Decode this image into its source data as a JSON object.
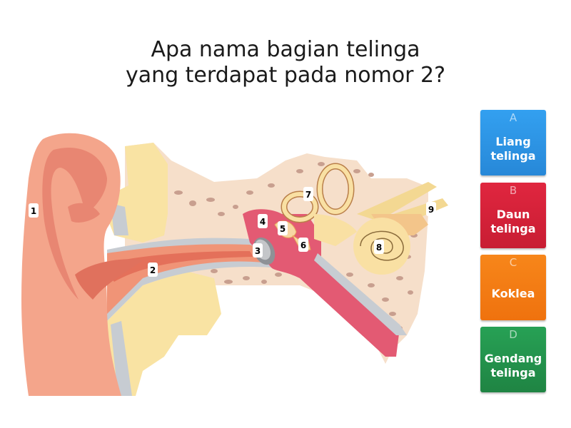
{
  "question": {
    "line1": "Apa nama bagian telinga",
    "line2": "yang terdapat pada nomor 2?"
  },
  "diagram": {
    "subject": "ear-anatomy-cross-section",
    "labels": [
      "1",
      "2",
      "3",
      "4",
      "5",
      "6",
      "7",
      "8",
      "9"
    ]
  },
  "answers": [
    {
      "letter": "A",
      "line1": "Liang",
      "line2": "telinga",
      "color": "#2d95e6"
    },
    {
      "letter": "B",
      "line1": "Daun",
      "line2": "telinga",
      "color": "#d6223a"
    },
    {
      "letter": "C",
      "line1": "Koklea",
      "line2": "",
      "color": "#f47c13"
    },
    {
      "letter": "D",
      "line1": "Gendang",
      "line2": "telinga",
      "color": "#23904a"
    }
  ]
}
